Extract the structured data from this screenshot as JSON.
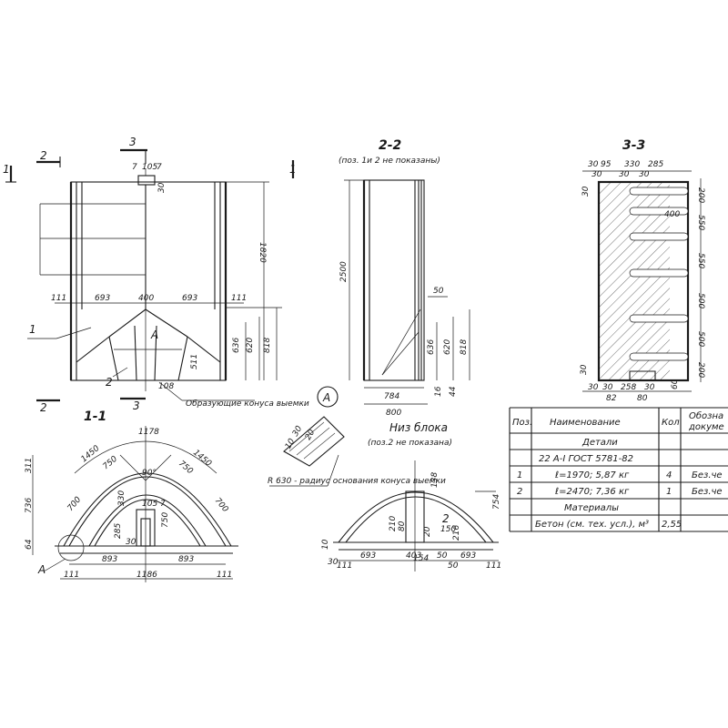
{
  "view_front": {
    "dims": {
      "top_small": "7",
      "top_mid": "105",
      "top_right": "7",
      "top_side": "30",
      "left_w": "693",
      "center": "400",
      "right_w": "693",
      "mark": "111",
      "height": "1820",
      "h636": "636",
      "h620": "620",
      "h818": "818",
      "h511": "511",
      "h108": "108"
    },
    "section_marks": {
      "s1": "1",
      "s2": "2",
      "s3": "3",
      "label_a": "A",
      "pos2": "2"
    },
    "note": "Образующие конуса выемки"
  },
  "view_22": {
    "title": "2-2",
    "subtitle": "(поз. 1и 2 не показаны)",
    "dims": {
      "height": "2500",
      "w784": "784",
      "w800": "800",
      "d16": "16",
      "d44": "44",
      "d50": "50",
      "h636": "636",
      "h620": "620",
      "h818": "818"
    }
  },
  "view_33": {
    "title": "3-3",
    "dims": {
      "t30a": "30",
      "t95": "95",
      "t330": "330",
      "t285": "285",
      "t30b": "30",
      "t30c": "30",
      "t30d": "30",
      "w400": "400",
      "r200a": "200",
      "r550a": "550",
      "r550b": "550",
      "r500a": "500",
      "r500b": "500",
      "r200b": "200",
      "b30a": "30",
      "b30b": "30",
      "b258": "258",
      "b30c": "30",
      "b82": "82",
      "b80": "80",
      "b60": "60"
    }
  },
  "view_11": {
    "title": "1-1",
    "dims": {
      "arc": "1178",
      "r1450a": "1450",
      "r1450b": "1450",
      "r750a": "750",
      "r750b": "750",
      "r700a": "700",
      "r700b": "700",
      "angle": "90°",
      "h311": "311",
      "h736": "736",
      "h64": "64",
      "w893a": "893",
      "w893b": "893",
      "w1186": "1186",
      "m111a": "111",
      "m111b": "111",
      "i330": "330",
      "i105": "105",
      "i7": "7",
      "i285": "285",
      "i30": "30",
      "i750": "750"
    },
    "label_a": "A"
  },
  "detail_a": {
    "label": "A",
    "dims": {
      "d30": "30",
      "d20": "20",
      "d10": "10"
    },
    "note": "R 630 - радиус основания конуса выемки"
  },
  "view_bottom": {
    "title": "Низ блока",
    "subtitle": "(поз.2 не показана)",
    "dims": {
      "w693a": "693",
      "w403": "403",
      "w693b": "693",
      "m111a": "111",
      "m111b": "111",
      "m50a": "50",
      "m50b": "50",
      "h138": "138",
      "h754": "754",
      "h150": "150",
      "i210": "210",
      "i80": "80",
      "i154": "154",
      "i20": "20",
      "i216": "216",
      "s10": "10",
      "s30": "30",
      "a2": "2"
    }
  },
  "spec_table": {
    "headers": [
      "Поз.",
      "Наименование",
      "Кол",
      "Обозна документ"
    ],
    "header_lines": {
      "name": "Наименование",
      "qty": "Кол",
      "doc1": "Обозна",
      "doc2": "докуме"
    },
    "sec_details": "Детали",
    "gost": "22 А-I ГОСТ 5781-82",
    "rows": [
      {
        "pos": "1",
        "name": "ℓ=1970; 5,87 кг",
        "qty": "4",
        "doc": "Без.че"
      },
      {
        "pos": "2",
        "name": "ℓ=2470; 7,36 кг",
        "qty": "1",
        "doc": "Без.че"
      }
    ],
    "sec_materials": "Материалы",
    "material": {
      "name": "Бетон (см. тех. усл.), м³",
      "qty": "2,55"
    }
  }
}
